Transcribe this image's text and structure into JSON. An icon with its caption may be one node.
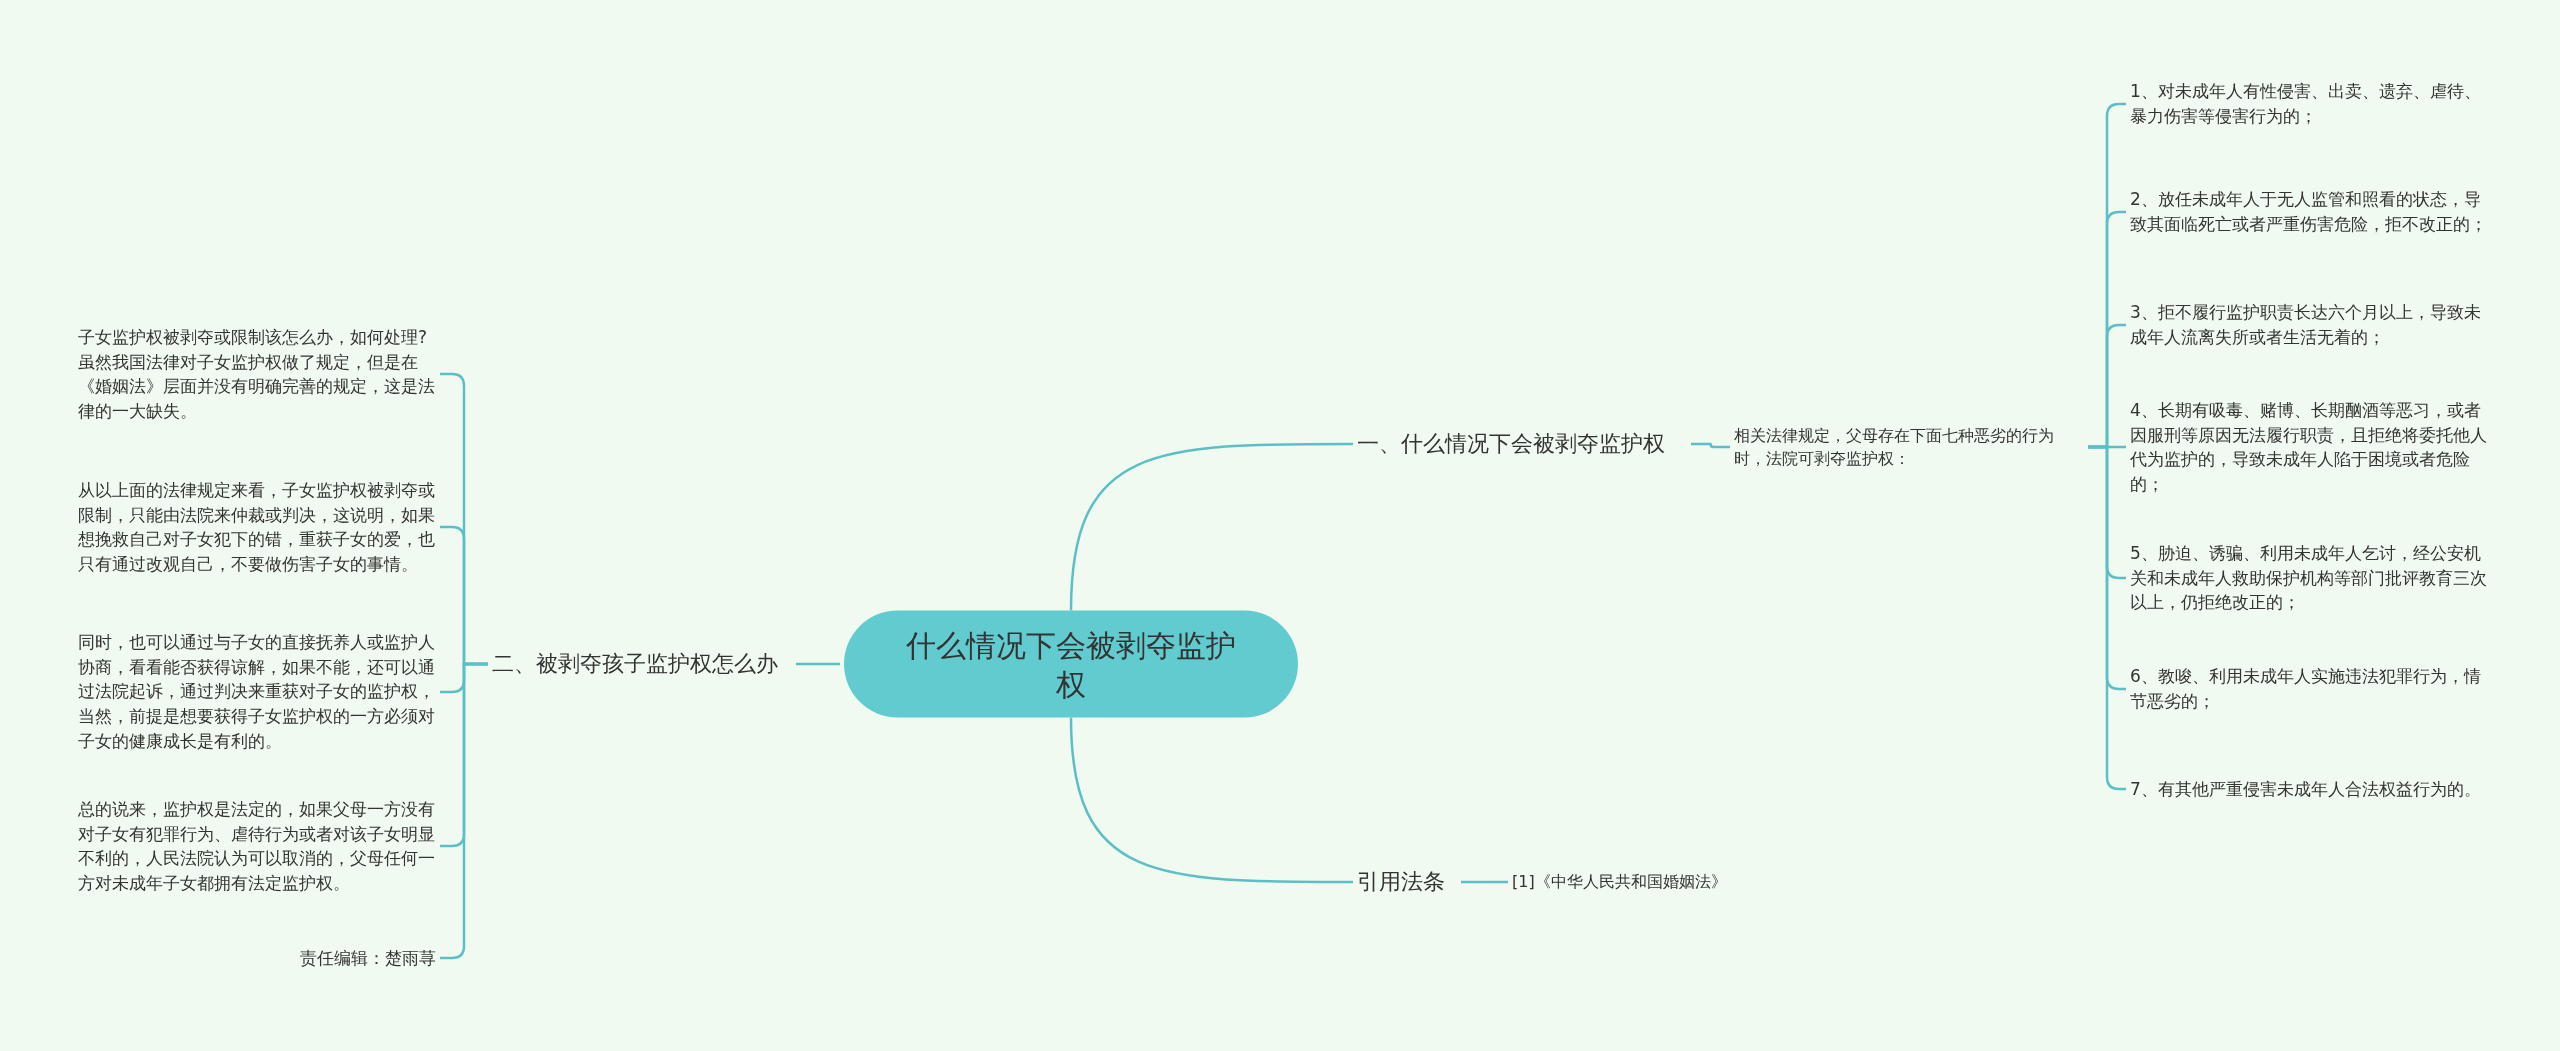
{
  "diagram": {
    "nodes": [
      {
        "text": [
          "什么情况下会被剥夺监护权"
        ]
      },
      {
        "text": [
          "一、什么情况下会被剥夺监护权"
        ]
      },
      {
        "text": [
          "相关法律规定，父母存在下面七种恶劣的行为时，法院可剥夺监护权："
        ]
      },
      {
        "text": [
          "1、对未成年人有性侵害、出卖、遗弃、虐待、暴力伤害等侵害行为的；"
        ]
      },
      {
        "text": [
          "2、放任未成年人于无人监管和照看的状态，导致其面临死亡或者严重伤害危险，拒不改正的；"
        ]
      },
      {
        "text": [
          "3、拒不履行监护职责长达六个月以上，导致未成年人流离失所或者生活无着的；"
        ]
      },
      {
        "text": [
          "4、长期有吸毒、赌博、长期酗酒等恶习，或者因服刑等原因无法履行职责，且拒绝将委托他人代为监护的，导致未成年人陷于困境或者危险的；"
        ]
      },
      {
        "text": [
          "5、胁迫、诱骗、利用未成年人乞讨，经公安机关和未成年人救助保护机构等部门批评教育三次以上，仍拒绝改正的；"
        ]
      },
      {
        "text": [
          "6、教唆、利用未成年人实施违法犯罪行为，情节恶劣的；"
        ]
      },
      {
        "text": [
          "7、有其他严重侵害未成年人合法权益行为的。"
        ]
      },
      {
        "text": [
          "二、被剥夺孩子监护权怎么办"
        ]
      },
      {
        "text": [
          "子女监护权被剥夺或限制该怎么办，如何处理?虽然我国法律对子女监护权做了规定，但是在《婚姻法》层面并没有明确完善的规定，这是法律的一大缺失。"
        ]
      },
      {
        "text": [
          "从以上面的法律规定来看，子女监护权被剥夺或限制，只能由法院来仲裁或判决，这说明，如果想挽救自己对子女犯下的错，重获子女的爱，也只有通过改观自己，不要做伤害子女的事情。"
        ]
      },
      {
        "text": [
          "同时，也可以通过与子女的直接抚养人或监护人协商，看看能否获得谅解，如果不能，还可以通过法院起诉，通过判决来重获对子女的监护权，当然，前提是想要获得子女监护权的一方必须对子女的健康成长是有利的。"
        ]
      },
      {
        "text": [
          "总的说来，监护权是法定的，如果父母一方没有对子女有犯罪行为、虐待行为或者对该子女明显不利的，人民法院认为可以取消的，父母任何一方对未成年子女都拥有法定监护权。"
        ]
      },
      {
        "text": [
          "责任编辑：楚雨荨"
        ]
      },
      {
        "text": [
          "引用法条"
        ]
      },
      {
        "text": [
          "[1]《中华人民共和国婚姻法》"
        ]
      }
    ],
    "edges": [
      {
        "from": 0,
        "to": 1,
        "arrow": "none"
      },
      {
        "from": 1,
        "to": 2,
        "arrow": "none"
      },
      {
        "from": 2,
        "to": 3,
        "arrow": "none"
      },
      {
        "from": 2,
        "to": 4,
        "arrow": "none"
      },
      {
        "from": 2,
        "to": 5,
        "arrow": "none"
      },
      {
        "from": 2,
        "to": 6,
        "arrow": "none"
      },
      {
        "from": 2,
        "to": 7,
        "arrow": "none"
      },
      {
        "from": 2,
        "to": 8,
        "arrow": "none"
      },
      {
        "from": 2,
        "to": 9,
        "arrow": "none"
      },
      {
        "from": 0,
        "to": 10,
        "arrow": "none"
      },
      {
        "from": 10,
        "to": 11,
        "arrow": "none"
      },
      {
        "from": 10,
        "to": 12,
        "arrow": "none"
      },
      {
        "from": 10,
        "to": 13,
        "arrow": "none"
      },
      {
        "from": 10,
        "to": 14,
        "arrow": "none"
      },
      {
        "from": 10,
        "to": 15,
        "arrow": "none"
      },
      {
        "from": 0,
        "to": 16,
        "arrow": "none"
      },
      {
        "from": 16,
        "to": 17,
        "arrow": "none"
      }
    ]
  }
}
